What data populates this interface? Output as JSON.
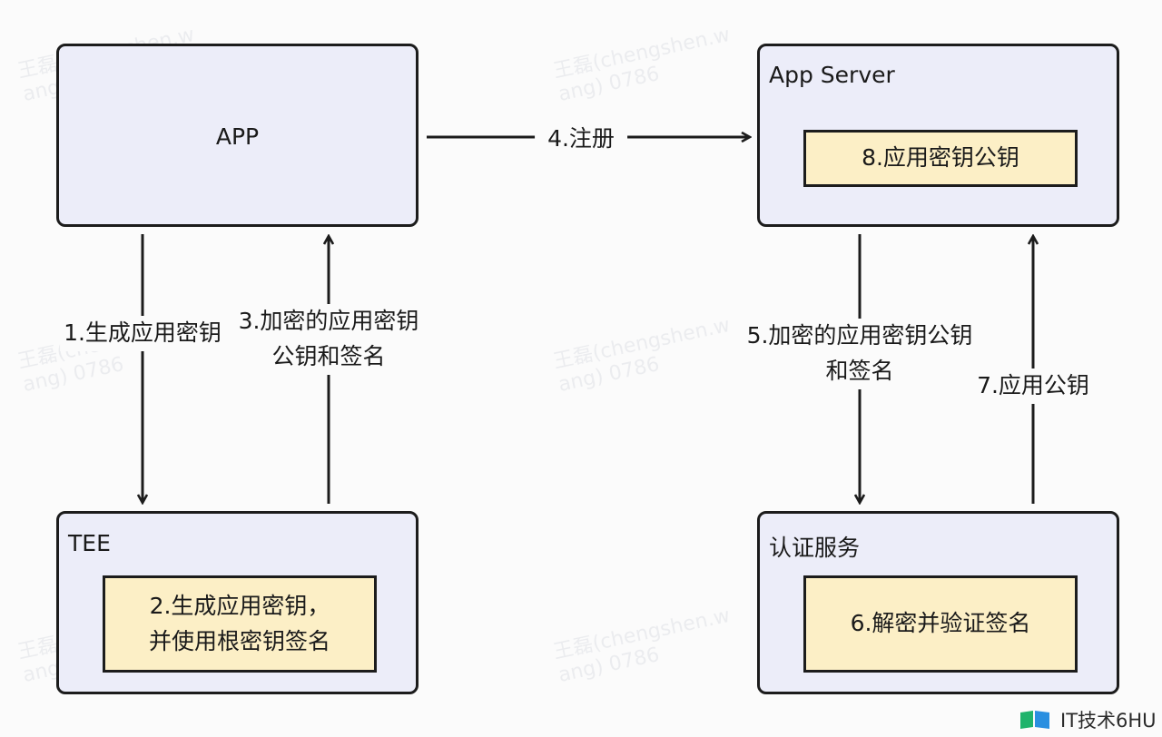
{
  "nodes": {
    "app": {
      "title": "APP"
    },
    "app_server": {
      "title": "App Server",
      "inner": "8.应用密钥公钥"
    },
    "tee": {
      "title": "TEE",
      "inner_line1": "2.生成应用密钥，",
      "inner_line2": "并使用根密钥签名"
    },
    "auth": {
      "title": "认证服务",
      "inner": "6.解密并验证签名"
    }
  },
  "edges": {
    "e1": "1.生成应用密钥",
    "e3_line1": "3.加密的应用密钥",
    "e3_line2": "公钥和签名",
    "e4": "4.注册",
    "e5_line1": "5.加密的应用密钥公钥",
    "e5_line2": "和签名",
    "e7": "7.应用公钥"
  },
  "watermark": {
    "line1": "王磊(chengshen.w",
    "line2": "ang) 0786"
  },
  "logo": {
    "text": "IT技术6HU"
  },
  "colors": {
    "node_fill": "#ecedf9",
    "inner_fill": "#fcefc6",
    "stroke": "#1c1c1c",
    "background": "#fbfbfb"
  }
}
